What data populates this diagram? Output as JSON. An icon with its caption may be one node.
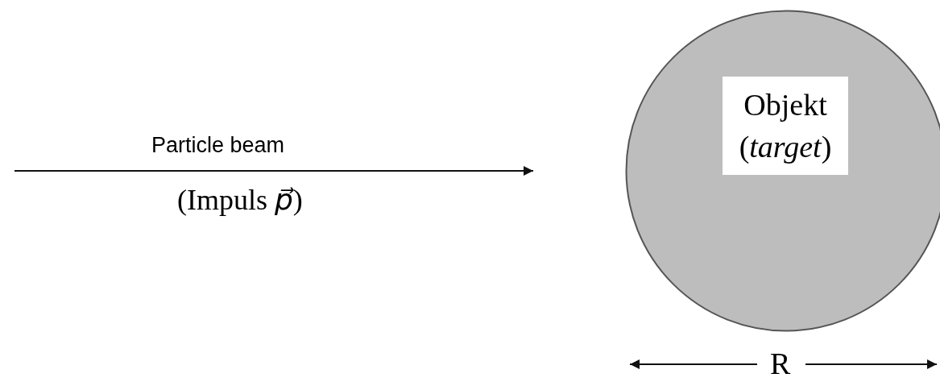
{
  "diagram": {
    "nodes": [
      {
        "text": [],
        "shape": "circle"
      },
      {
        "text": [
          "Objekt (*target*)"
        ],
        "in": 0
      }
    ],
    "labels": [
      "Particle beam",
      "(Impuls *p⃗*)",
      "R"
    ]
  }
}
